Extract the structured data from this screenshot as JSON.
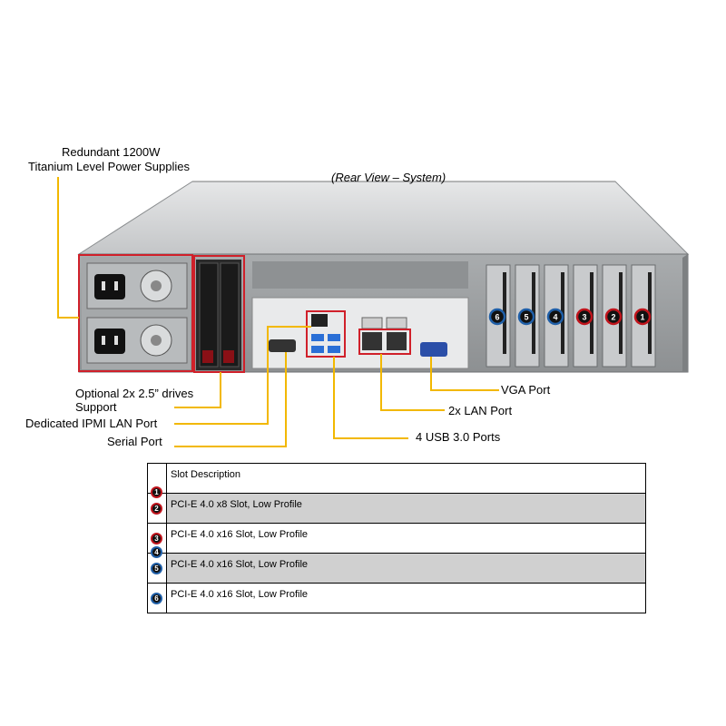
{
  "caption": "(Rear View – System)",
  "callouts": {
    "power_line1": "Redundant  1200W",
    "power_line2": "Titanium  Level Power Supplies",
    "drives_line1": "Optional  2x 2.5” drives",
    "drives_line2": "Support",
    "ipmi": "Dedicated IPMI LAN Port",
    "serial": "Serial Port",
    "vga": "VGA Port",
    "lan": "2x LAN Port",
    "usb": "4 USB 3.0 Ports"
  },
  "slot_badges": [
    {
      "label": "6",
      "color": "#1f5fa8"
    },
    {
      "label": "5",
      "color": "#1f5fa8"
    },
    {
      "label": "4",
      "color": "#1f5fa8"
    },
    {
      "label": "3",
      "color": "#c0141c"
    },
    {
      "label": "2",
      "color": "#c0141c"
    },
    {
      "label": "1",
      "color": "#c0141c"
    }
  ],
  "table": {
    "header": "Slot Description",
    "rows": [
      {
        "badges": [
          {
            "label": "1",
            "color": "#c0141c"
          },
          {
            "label": "2",
            "color": "#c0141c"
          }
        ],
        "description": "PCI-E  4.0 x8 Slot, Low Profile"
      },
      {
        "badges": [
          {
            "label": "3",
            "color": "#c0141c"
          }
        ],
        "description": "PCI-E  4.0 x16 Slot, Low Profile"
      },
      {
        "badges": [
          {
            "label": "4",
            "color": "#1f5fa8"
          },
          {
            "label": "5",
            "color": "#1f5fa8"
          }
        ],
        "description": "PCI-E  4.0 x16 Slot, Low Profile"
      },
      {
        "badges": [
          {
            "label": "6",
            "color": "#1f5fa8"
          }
        ],
        "description": "PCI-E  4.0 x16 Slot, Low Profile"
      }
    ]
  },
  "colors": {
    "callout_line": "#f2b800",
    "highlight_box": "#d0202a",
    "chassis": "#b9bcbe"
  }
}
